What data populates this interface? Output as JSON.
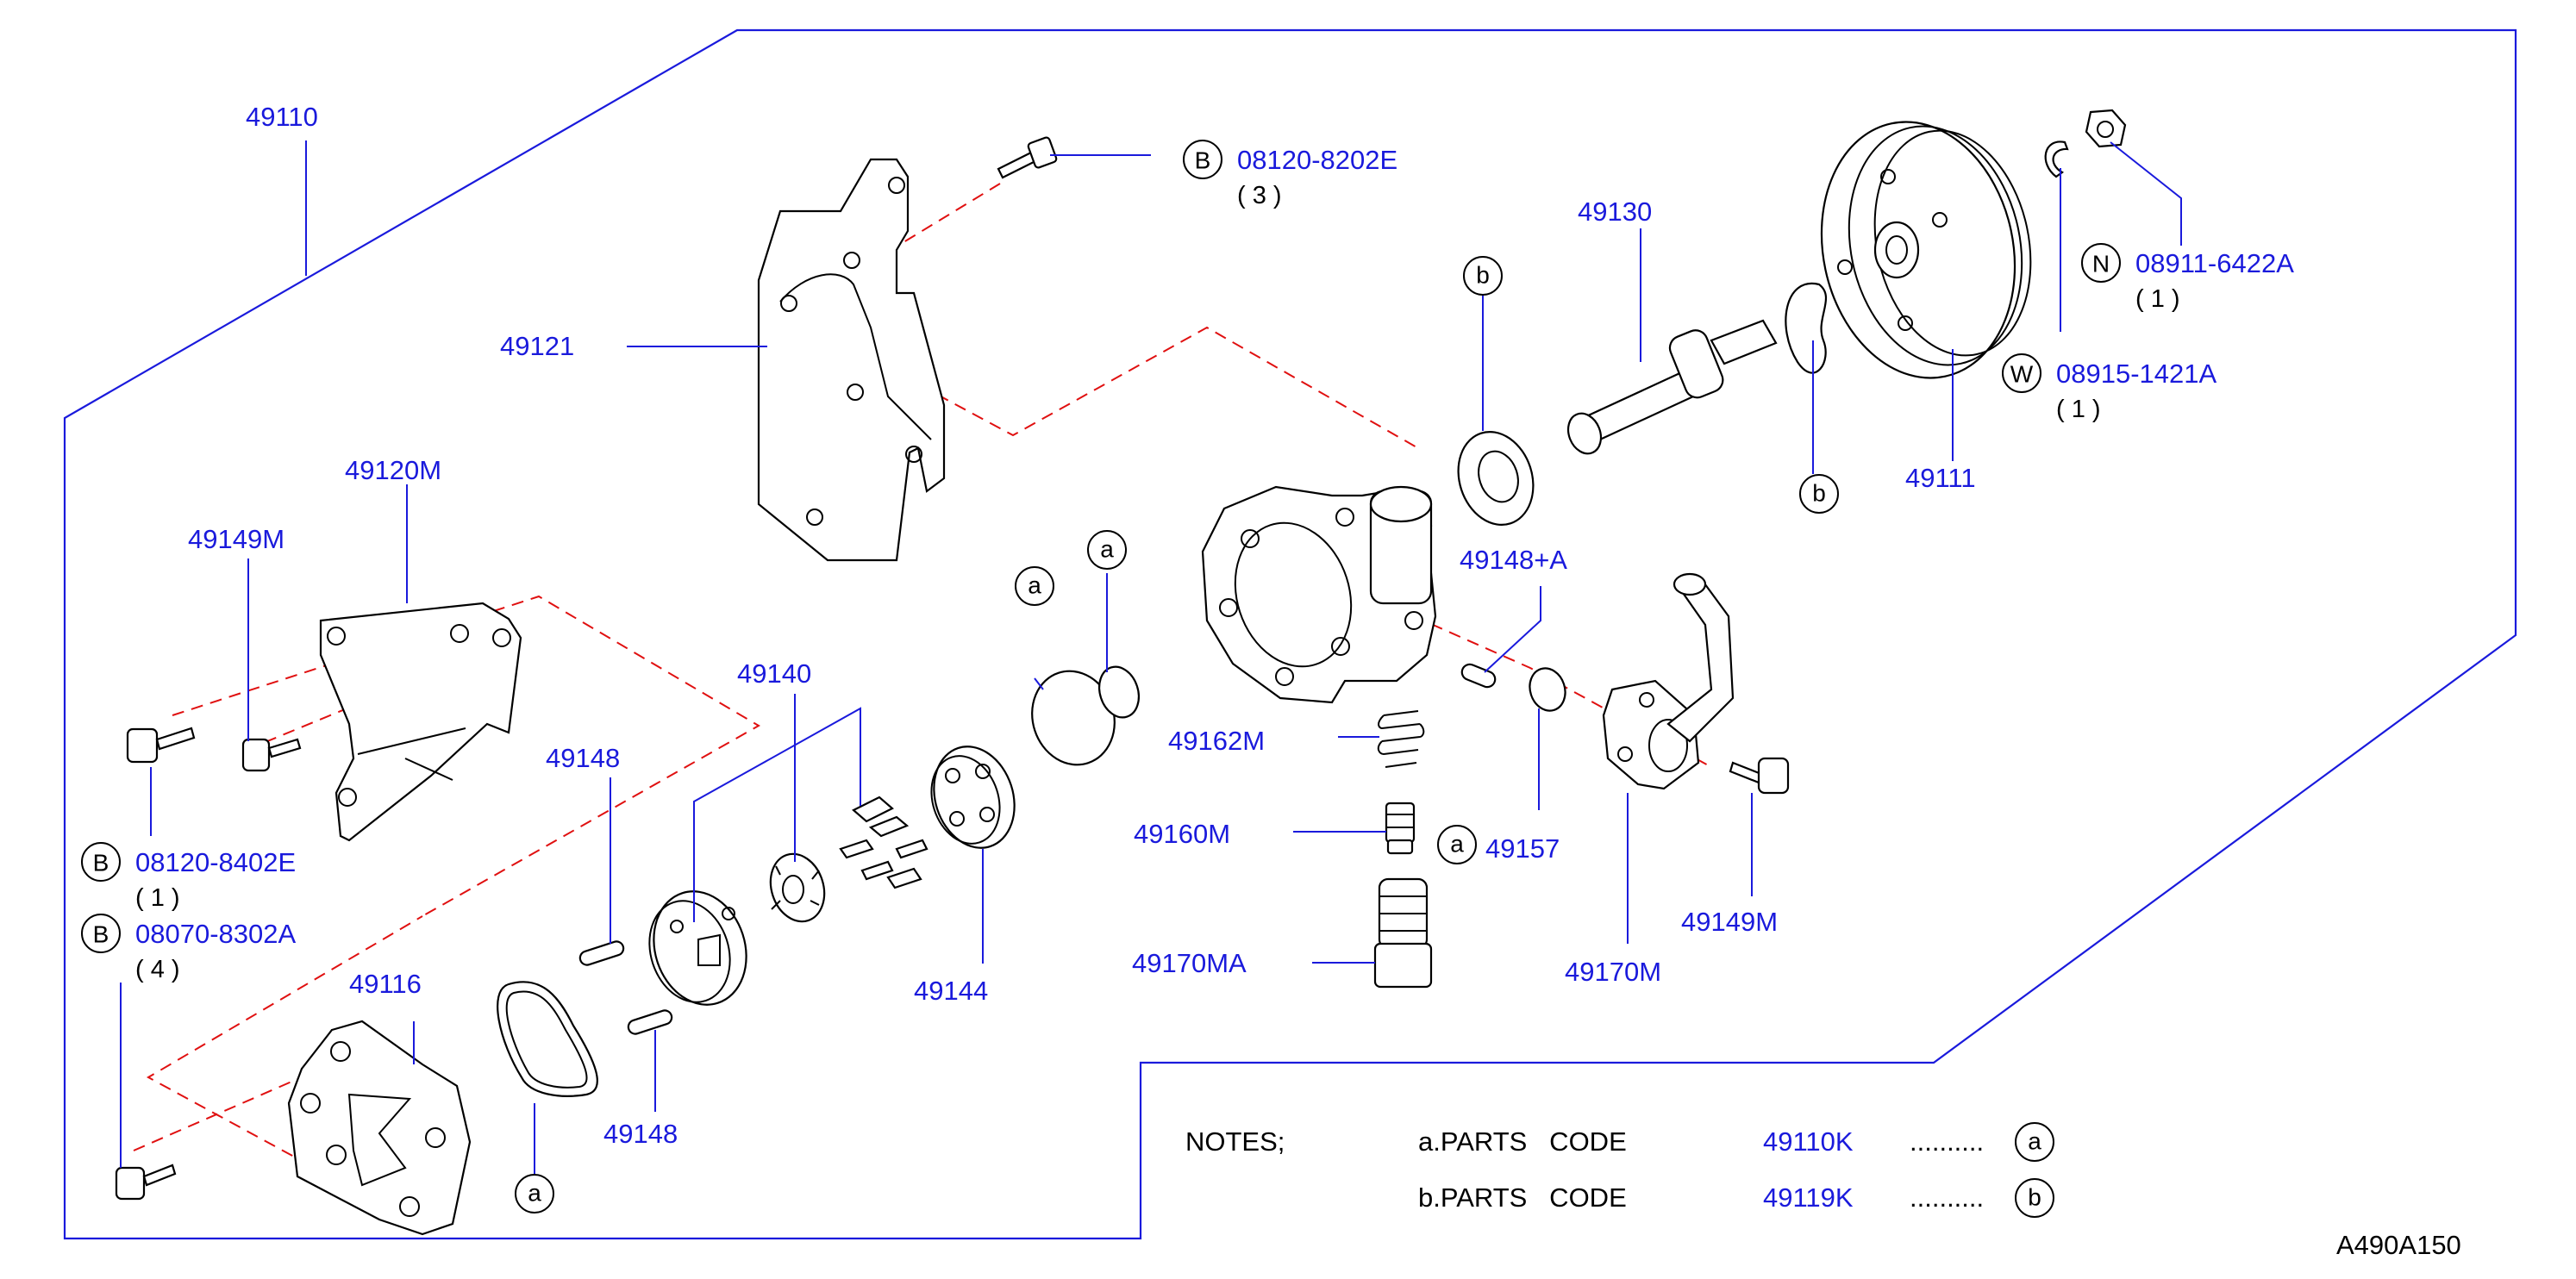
{
  "diagram_code": "A490A150",
  "callouts": {
    "assembly": "49110",
    "bracket_main": "49121",
    "bracket_lower": "49120M",
    "bolt_lower_bracket": "49149M",
    "cover": "49140",
    "pin_upper": "49148",
    "pin_lower": "49148",
    "rear_housing": "49116",
    "cam_ring_plate": "49144",
    "shaft": "49130",
    "pulley": "49111",
    "pin_body": "49148+A",
    "spring": "49162M",
    "valve": "49160M",
    "connector": "49170MA",
    "oring_side": "49157",
    "bolt_fitting": "49149M",
    "fitting": "49170M"
  },
  "fasteners": [
    {
      "symbol": "B",
      "part_no": "08120-8202E",
      "qty": "( 3 )"
    },
    {
      "symbol": "N",
      "part_no": "08911-6422A",
      "qty": "( 1 )"
    },
    {
      "symbol": "W",
      "part_no": "08915-1421A",
      "qty": "( 1 )"
    },
    {
      "symbol": "B",
      "part_no": "08120-8402E",
      "qty": "( 1 )"
    },
    {
      "symbol": "B",
      "part_no": "08070-8302A",
      "qty": "( 4 )"
    }
  ],
  "markers": {
    "a": "a",
    "b": "b"
  },
  "notes": {
    "title": "NOTES;",
    "rows": [
      {
        "label": "a.PARTS   CODE",
        "code": "49110K",
        "dots": "..........",
        "marker": "a"
      },
      {
        "label": "b.PARTS   CODE",
        "code": "49119K",
        "dots": "..........",
        "marker": "b"
      }
    ]
  },
  "colors": {
    "callout": "#1a1adc",
    "frame": "#1a1adc",
    "dashed_guide": "#e01010",
    "line_art": "#000000"
  }
}
